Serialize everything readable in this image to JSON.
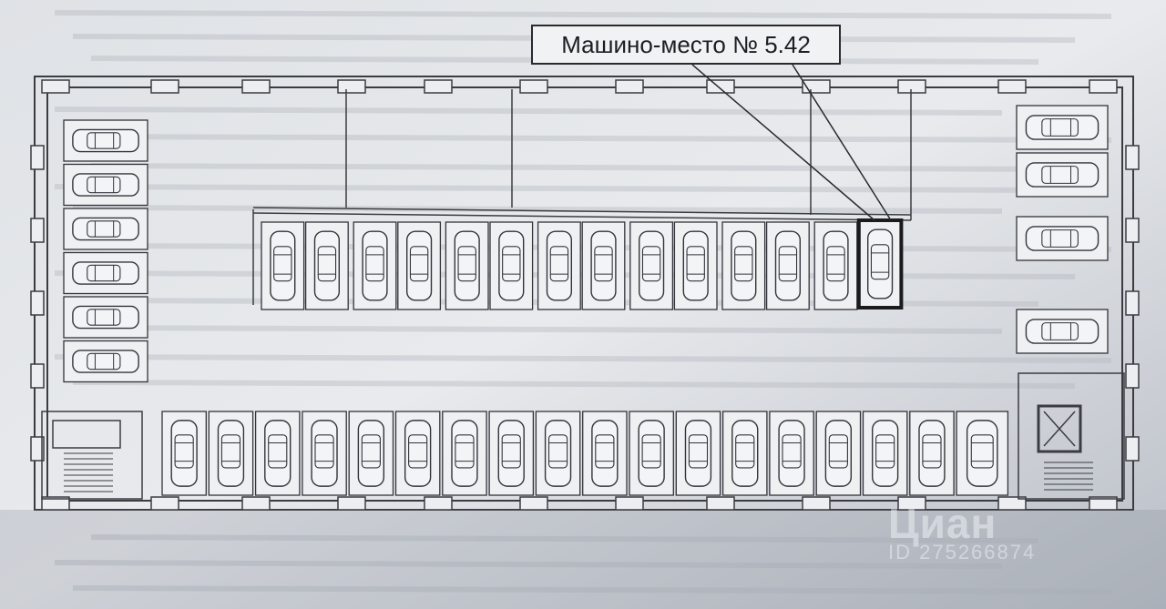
{
  "callout": {
    "label": "Машино-место № 5.42"
  },
  "watermark": {
    "brand": "Циан",
    "id": "ID 275266874"
  },
  "highlight": {
    "space": "5.42",
    "row": "top",
    "index": 13
  },
  "counts": {
    "top_row": 14,
    "bottom_row": 18,
    "left_column": 6,
    "right_column": 4
  },
  "colors": {
    "paper": "#e7e9ec",
    "ink": "#33343a",
    "highlight": "#1b1b1e"
  }
}
